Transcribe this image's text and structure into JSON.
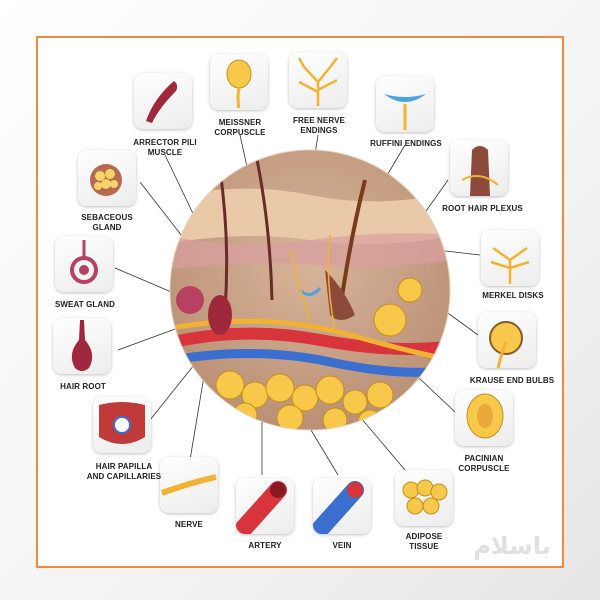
{
  "labels": {
    "arrector": "ARRECTOR PILI\nMUSCLE",
    "meissner": "MEISSNER\nCORPUSCLE",
    "free_nerve": "FREE NERVE\nENDINGS",
    "ruffini": "RUFFINI ENDINGS",
    "root_hair": "ROOT HAIR PLEXUS",
    "sebaceous": "SEBACEOUS\nGLAND",
    "sweat": "SWEAT GLAND",
    "merkel": "MERKEL DISKS",
    "hair_root": "HAIR ROOT",
    "krause": "KRAUSE END BULBS",
    "papilla": "HAIR PAPILLA\nAND CAPILLARIES",
    "pacinian": "PACINIAN\nCORPUSCLE",
    "nerve": "NERVE",
    "artery": "ARTERY",
    "vein": "VEIN",
    "adipose": "ADIPOSE\nTISSUE"
  },
  "colors": {
    "frame": "#f08a3e",
    "muscle": "#a0283c",
    "nerve": "#f2b233",
    "artery": "#d8343c",
    "vein": "#3a6fd0",
    "fat": "#f7c84a",
    "skin": "#e9c9a8"
  },
  "watermark": "باسلام"
}
